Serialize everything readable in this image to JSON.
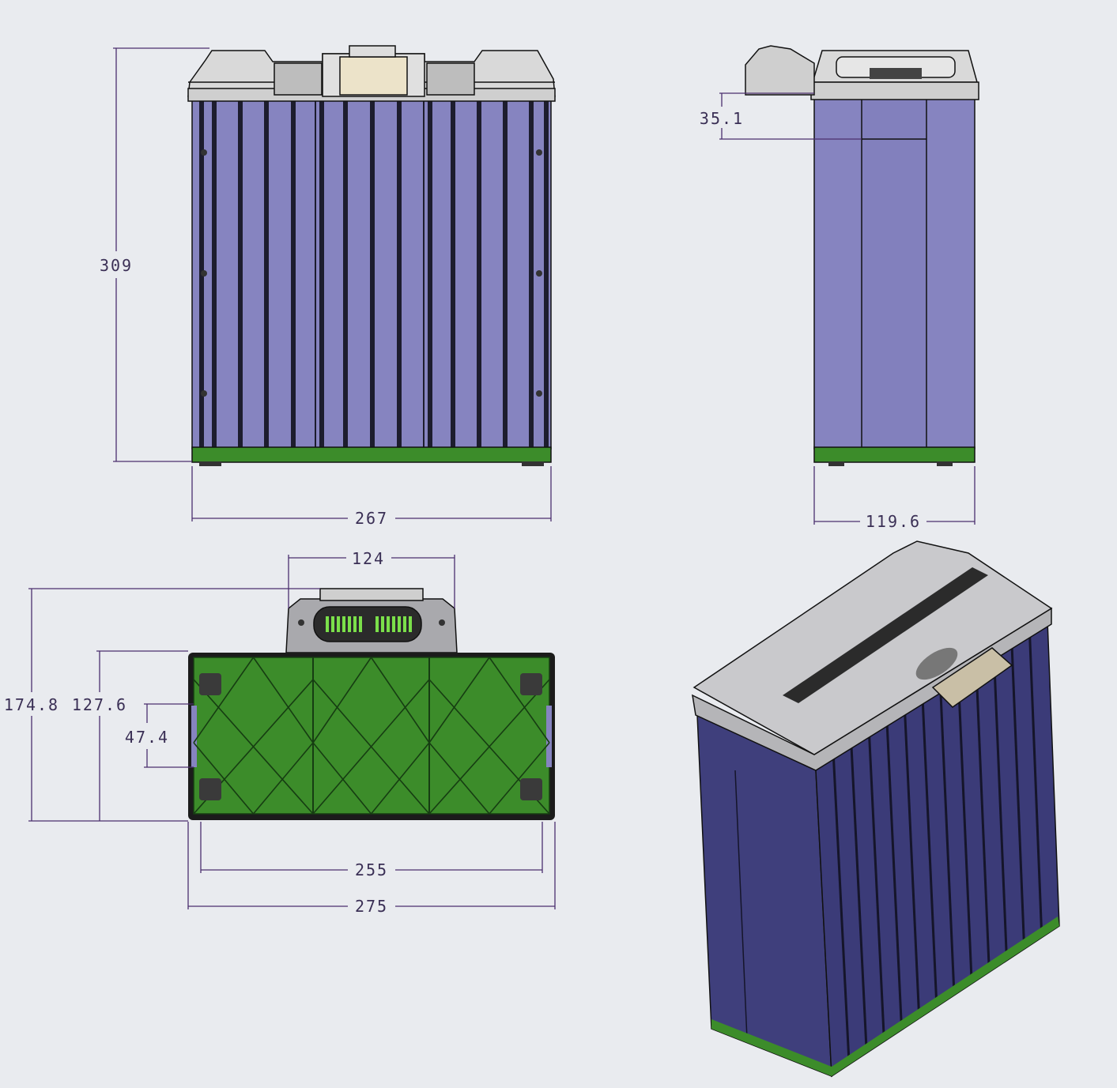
{
  "colors": {
    "background": "#e9ebef",
    "body_purple": "#8684c0",
    "body_navy": "#3f3f7c",
    "base_green": "#3c8c2a",
    "lid_gray": "#d6d6d6",
    "connector_beige": "#ece3c9",
    "indicator_green": "#7be04a",
    "dimension_line": "#4b2f6e"
  },
  "views": {
    "front": {
      "dimensions": {
        "height": "309",
        "width": "267"
      }
    },
    "side": {
      "dimensions": {
        "lid_offset": "35.1",
        "depth": "119.6"
      }
    },
    "bottom": {
      "dimensions": {
        "handle_width": "124",
        "overall_depth": "174.8",
        "body_depth": "127.6",
        "slot_height": "47.4",
        "inner_width": "255",
        "overall_width": "275"
      }
    },
    "isometric": {}
  }
}
